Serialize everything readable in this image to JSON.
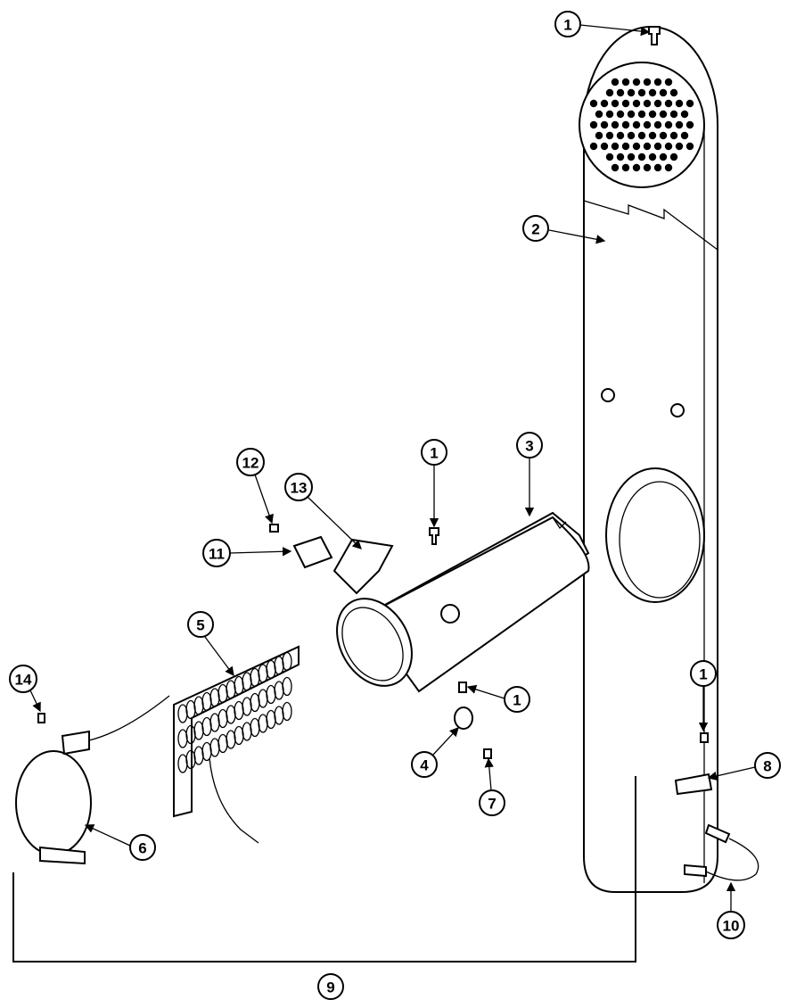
{
  "diagram": {
    "callouts": [
      {
        "id": "c1a",
        "label": "1"
      },
      {
        "id": "c2",
        "label": "2"
      },
      {
        "id": "c3",
        "label": "3"
      },
      {
        "id": "c1b",
        "label": "1"
      },
      {
        "id": "c12",
        "label": "12"
      },
      {
        "id": "c13",
        "label": "13"
      },
      {
        "id": "c11",
        "label": "11"
      },
      {
        "id": "c5",
        "label": "5"
      },
      {
        "id": "c14",
        "label": "14"
      },
      {
        "id": "c1c",
        "label": "1"
      },
      {
        "id": "c1d",
        "label": "1"
      },
      {
        "id": "c8",
        "label": "8"
      },
      {
        "id": "c4",
        "label": "4"
      },
      {
        "id": "c7",
        "label": "7"
      },
      {
        "id": "c6",
        "label": "6"
      },
      {
        "id": "c10",
        "label": "10"
      },
      {
        "id": "c9",
        "label": "9"
      }
    ]
  }
}
